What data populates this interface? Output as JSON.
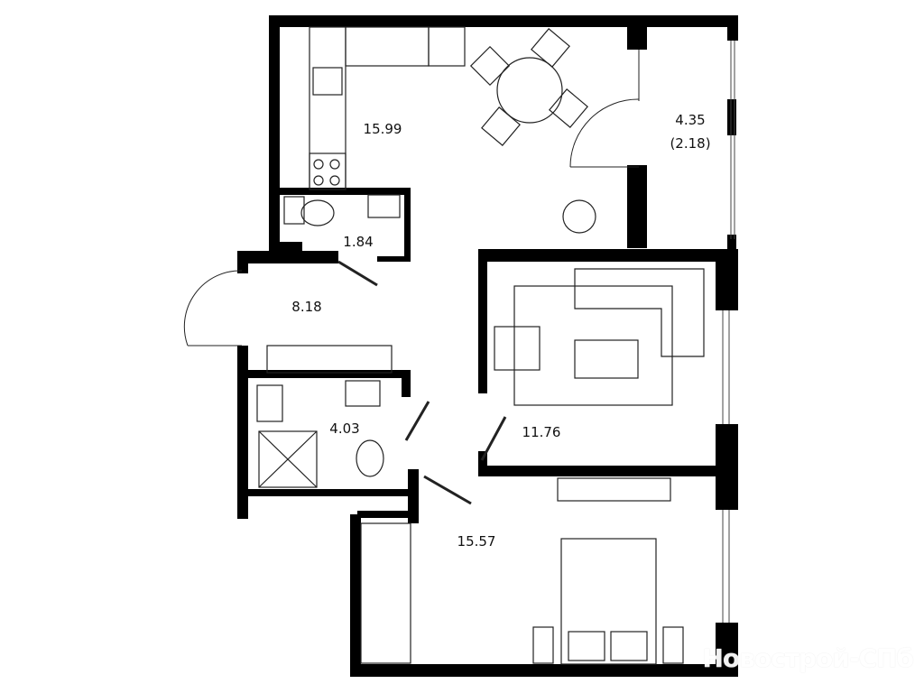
{
  "rooms": {
    "kitchen": "15.99",
    "balcony_area": "4.35",
    "balcony_reduced": "(2.18)",
    "wc": "1.84",
    "hall": "8.18",
    "bathroom": "4.03",
    "living": "11.76",
    "bedroom": "15.57"
  },
  "watermark": "Новострой-СПб",
  "colors": {
    "wall": "#000000",
    "line": "#222222",
    "background": "#ffffff"
  }
}
